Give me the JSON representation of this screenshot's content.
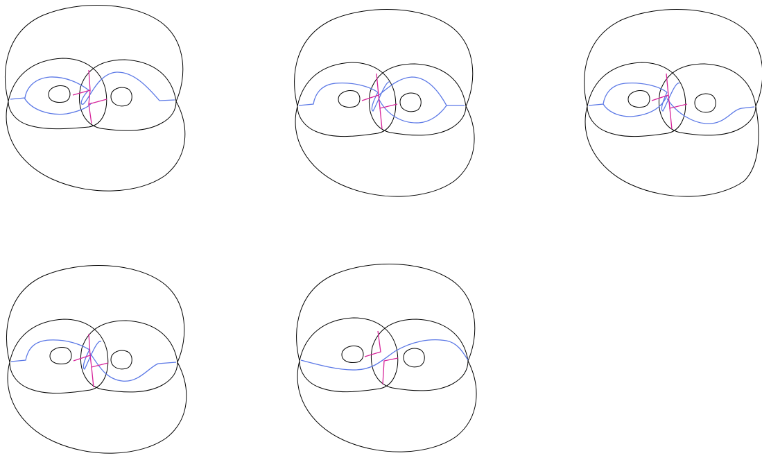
{
  "figure": {
    "panel_count": 5,
    "colors": {
      "outline": "#000000",
      "path_blue": "#5b78e6",
      "arc_magenta": "#d6249a",
      "background": "#ffffff"
    },
    "panels": [
      {
        "id": "panel-1",
        "blue_path": "loop-both-sides",
        "has_star": true
      },
      {
        "id": "panel-2",
        "blue_path": "loop-right-tail-left",
        "has_star": true
      },
      {
        "id": "panel-3",
        "blue_path": "loop-left-tail-right",
        "has_star": true
      },
      {
        "id": "panel-4",
        "blue_path": "tails-both-sides",
        "has_star": true
      },
      {
        "id": "panel-5",
        "blue_path": "s-curve",
        "has_star": false
      }
    ]
  }
}
